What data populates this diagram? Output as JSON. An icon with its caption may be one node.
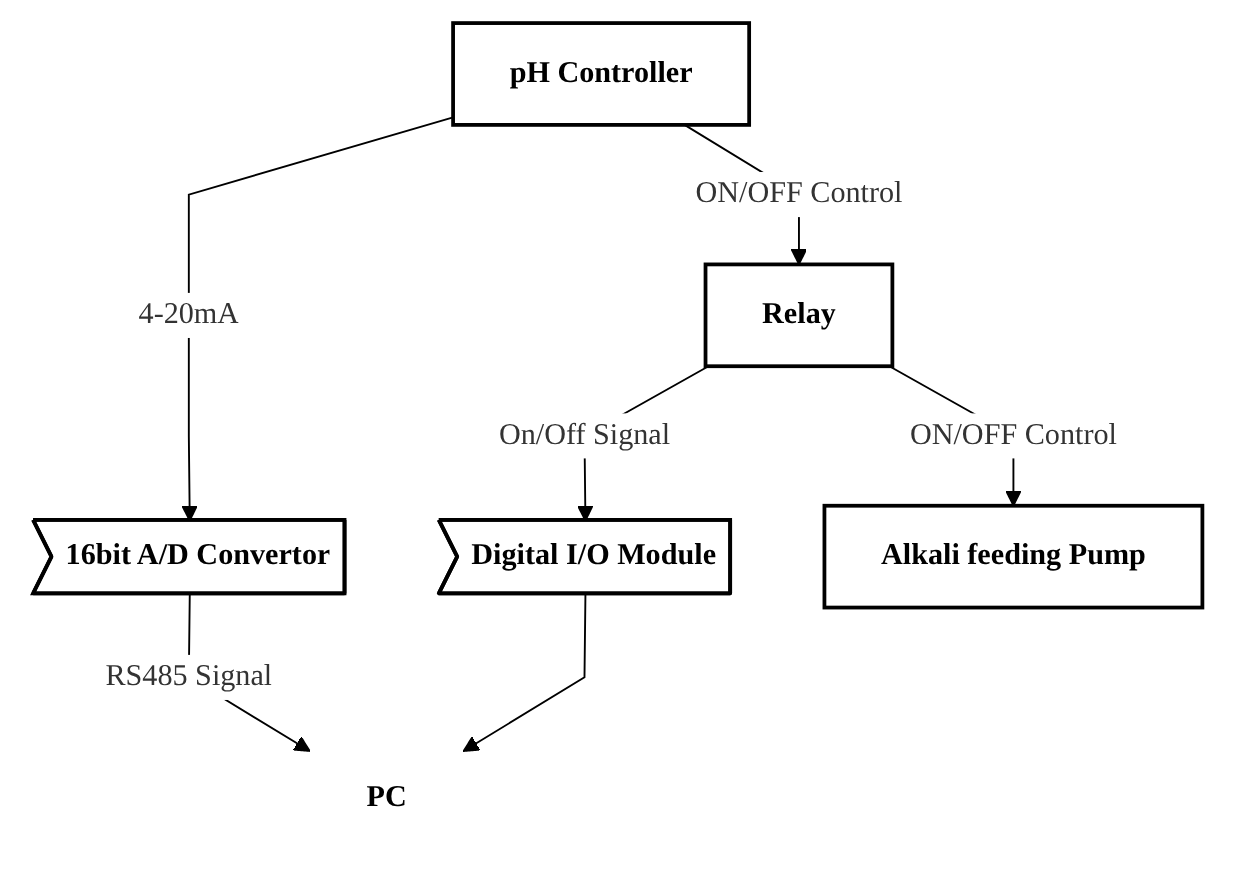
{
  "diagram": {
    "nodes": [
      {
        "text": [
          "pH Controller"
        ]
      },
      {
        "text": [
          "Relay"
        ]
      },
      {
        "text": [
          "Alkali feeding Pump"
        ]
      },
      {
        "text": [
          "16bit A/D Convertor"
        ]
      },
      {
        "text": [
          "Digital I/O Module"
        ]
      },
      {
        "text": [
          "PC"
        ]
      }
    ],
    "edges": [
      {
        "from": 0,
        "to": 3,
        "arrow": "to",
        "label": "4-20mA"
      },
      {
        "from": 0,
        "to": 1,
        "arrow": "to",
        "label": "ON/OFF Control"
      },
      {
        "from": 1,
        "to": 4,
        "arrow": "to",
        "label": "On/Off Signal"
      },
      {
        "from": 1,
        "to": 2,
        "arrow": "to",
        "label": "ON/OFF Control"
      },
      {
        "from": 3,
        "to": 5,
        "arrow": "to",
        "label": "RS485 Signal"
      },
      {
        "from": 4,
        "to": 5,
        "arrow": "to"
      }
    ]
  }
}
